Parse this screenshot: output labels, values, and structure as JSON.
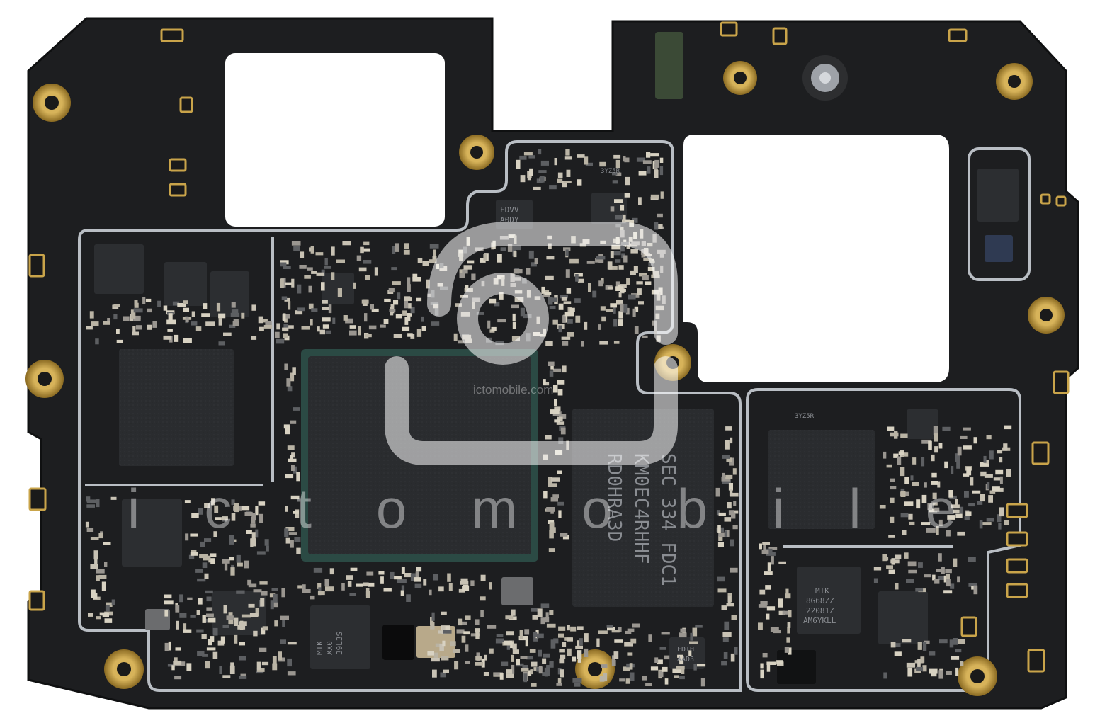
{
  "image": {
    "subject": "smartphone-motherboard",
    "colors": {
      "pcb": "#1d1e20",
      "pcb_edge": "#0f1011",
      "shield_frame": "#b9bec4",
      "gold": "#c9a44a",
      "chip": "#2c2e31",
      "passive": "#c8c2b4",
      "background": "#ffffff"
    }
  },
  "chips": {
    "soc_marking": "",
    "memory": {
      "line1": "SEC 334 FDC1",
      "line2": "KM0EC4RHHF",
      "line3": "RD0HRA3D"
    },
    "small_top_a": {
      "line1": "FDVV",
      "line2": "A0DY"
    },
    "small_top_b": {
      "line1": "3YZ5R"
    },
    "small_right_a": {
      "line1": "3YZ5R"
    },
    "mtk_right": {
      "line1": "MTK",
      "line2": "8G68ZZ",
      "line3": "22081Z",
      "line4": "AM6YKLL"
    },
    "mtk_bottom": {
      "line1": "MTK",
      "line2": "XX0",
      "line3": "39L3S"
    },
    "small_bottom": {
      "line1": "FDTH",
      "line2": "AAD3"
    }
  },
  "watermark": {
    "large": "ictomobile",
    "small": "ictomobile.com"
  }
}
